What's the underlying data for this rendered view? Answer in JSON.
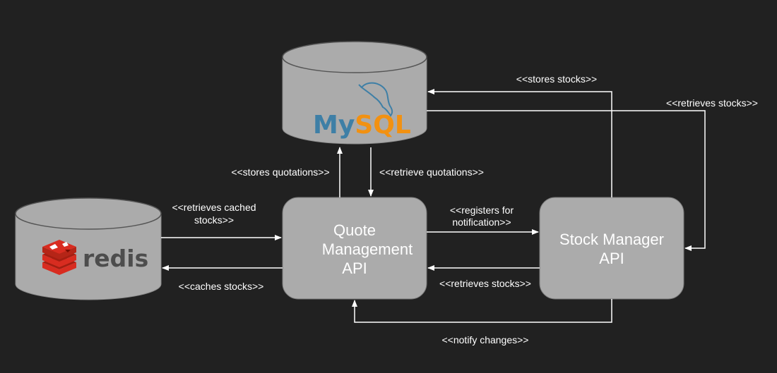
{
  "colors": {
    "background": "#212121",
    "node_fill": "#ababab",
    "node_stroke": "#7a7a7a",
    "edge": "#ffffff",
    "mysql_blue": "#3e7fa6",
    "mysql_orange": "#f29111",
    "redis_red": "#d82c20",
    "redis_text": "#4d4d4d"
  },
  "nodes": {
    "mysql": {
      "logo_word_a": "My",
      "logo_word_b": "SQL",
      "tm": "™",
      "icon": "dolphin-icon"
    },
    "redis": {
      "logo_word": "redis",
      "icon": "redis-cube-icon"
    },
    "quote_api": {
      "line1": "Quote",
      "line2": "Management",
      "line3": "API"
    },
    "stock_api": {
      "line1": "Stock Manager",
      "line2": "API"
    }
  },
  "edges": {
    "stores_stocks": "<<stores stocks>>",
    "retrieves_stocks_mysql": "<<retrieves stocks>>",
    "stores_quotations": "<<stores quotations>>",
    "retrieve_quotations": "<<retrieve quotations>>",
    "retrieves_cached_line1": "<<retrieves cached",
    "retrieves_cached_line2": "stocks>>",
    "caches_stocks": "<<caches stocks>>",
    "registers_line1": "<<registers for",
    "registers_line2": "notification>>",
    "retrieves_stocks_api": "<<retrieves stocks>>",
    "notify_changes": "<<notify changes>>"
  }
}
